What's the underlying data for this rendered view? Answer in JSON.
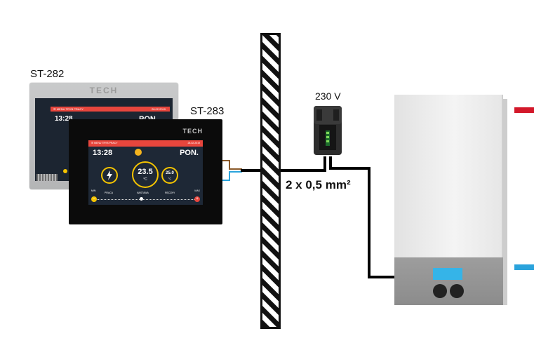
{
  "labels": {
    "st282": "ST-282",
    "st283": "ST-283",
    "voltage": "230 V",
    "cable": "2 x 0,5 mm²"
  },
  "st282_screen": {
    "brand": "TECH",
    "bar_left": "☰ MENU  TRYB PRACY",
    "bar_right": "28.02.2019",
    "time": "13:28",
    "day": "PON."
  },
  "st283_screen": {
    "brand": "TECH",
    "bar_left": "☰ MENU   TRYB PRACY",
    "bar_right": "28.02.2019",
    "time": "13:28",
    "day": "PON.",
    "temp_main": "23.5",
    "temp_main_unit": "°C",
    "temp_set": "25.0",
    "temp_set_unit": "°C",
    "label_left": "PRACA",
    "label_center": "NASTAWA",
    "label_right": "RĘCZNY",
    "slider_min": "MIN",
    "slider_max": "MAX",
    "btn_minus": "−",
    "btn_plus": "+"
  },
  "colors": {
    "accent_red": "#e8463d",
    "ring_yellow": "#f5c400",
    "pipe_hot": "#d3182a",
    "pipe_cold": "#2aa3dc",
    "boiler_display": "#35b4e8",
    "wire_brown": "#8b5a2b",
    "wire_blue": "#2aa3dc"
  }
}
